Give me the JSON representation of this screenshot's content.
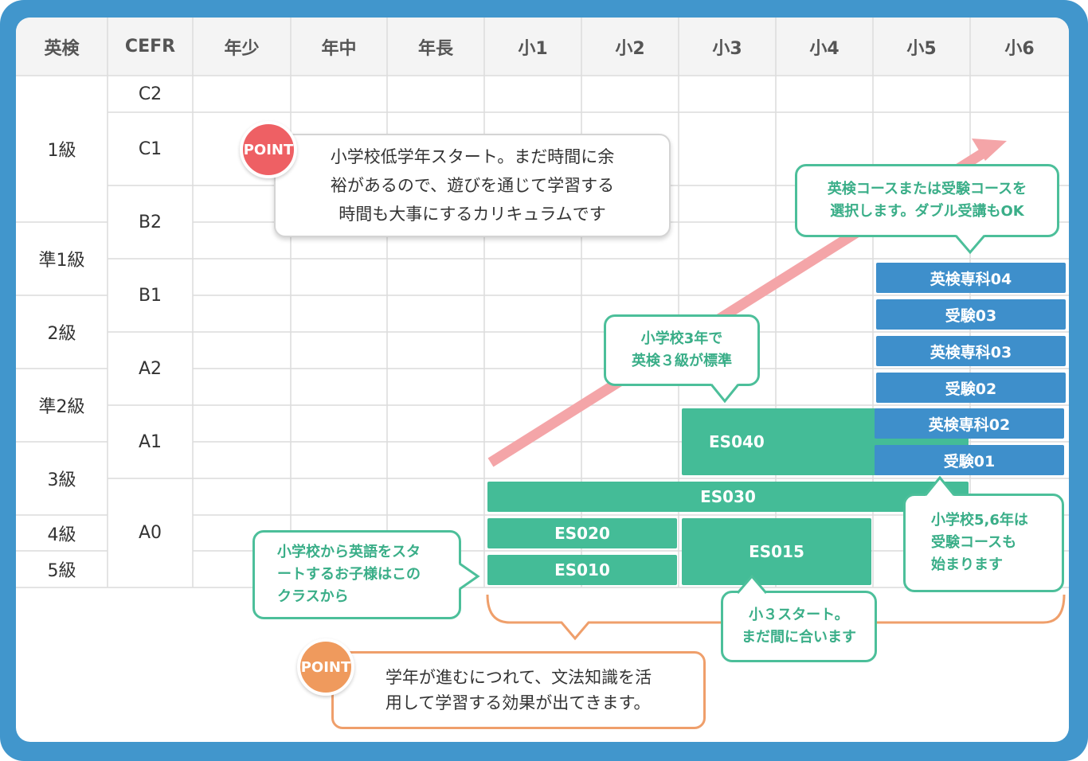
{
  "header": {
    "columns": [
      "英検",
      "CEFR",
      "年少",
      "年中",
      "年長",
      "小1",
      "小2",
      "小3",
      "小4",
      "小5",
      "小6"
    ]
  },
  "eiken_levels": [
    "1級",
    "準1級",
    "2級",
    "準2級",
    "3級",
    "4級",
    "5級"
  ],
  "cefr_levels": [
    "C2",
    "C1",
    "B2",
    "B1",
    "A2",
    "A1",
    "A0"
  ],
  "courses": {
    "es010": "ES010",
    "es020": "ES020",
    "es015": "ES015",
    "es030": "ES030",
    "es040": "ES040",
    "juken01": "受験01",
    "eiken02": "英検専科02",
    "juken02": "受験02",
    "eiken03": "英検専科03",
    "juken03": "受験03",
    "eiken04": "英検専科04"
  },
  "callouts": {
    "point_label": "POINT",
    "point1": [
      "小学校低学年スタート。まだ時間に余",
      "裕があるので、遊びを通じて学習する",
      "時間も大事にするカリキュラムです"
    ],
    "select": [
      "英検コースまたは受験コースを",
      "選択します。ダブル受講もOK"
    ],
    "grade3": [
      "小学校3年で",
      "英検３級が標準"
    ],
    "start_here": [
      "小学校から英語をスタ",
      "ートするお子様はこの",
      "クラスから"
    ],
    "start3": [
      "小３スタート。",
      "まだ間に合います"
    ],
    "grade56": [
      "小学校5,6年は",
      "受験コースも",
      "始まります"
    ],
    "point2": [
      "学年が進むにつれて、文法知識を活",
      "用して学習する効果が出てきます。"
    ]
  },
  "colors": {
    "frame": "#4196cc",
    "green": "#44bc97",
    "blue": "#3e8fcb",
    "point_red": "#ee6064",
    "point_orange": "#ef9a5d",
    "arrow": "#f4a5a8"
  }
}
